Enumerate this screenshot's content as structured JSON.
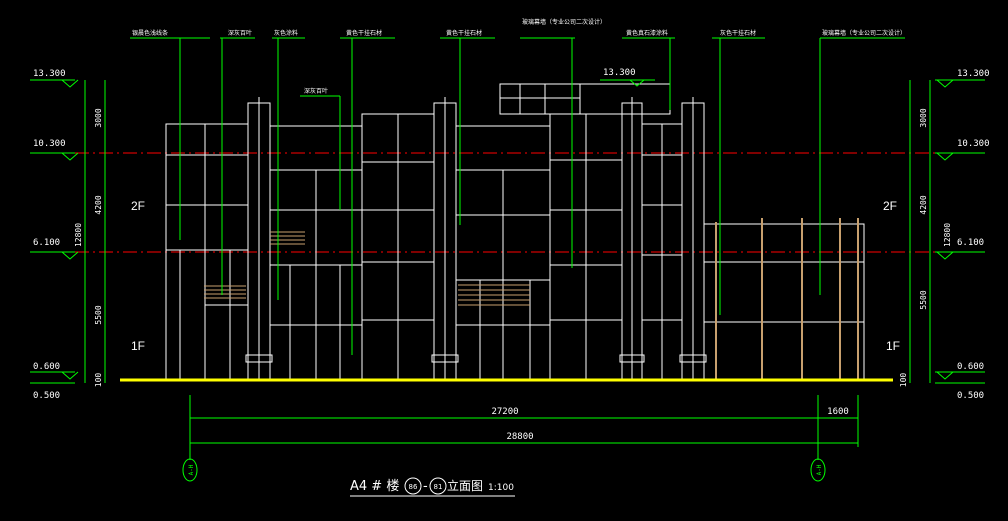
{
  "drawing": {
    "title": "A4 # 楼",
    "axis_from": "86",
    "axis_to": "81",
    "title_suffix": "立面图",
    "scale": "1:100",
    "axis_left": "A-H",
    "axis_right": "A-H"
  },
  "levels": {
    "left": [
      "13.300",
      "10.300",
      "6.100",
      "0.600",
      "0.500"
    ],
    "right": [
      "13.300",
      "10.300",
      "6.100",
      "0.600",
      "0.500"
    ],
    "roof_mid": "13.300"
  },
  "dimensions": {
    "vertical": [
      "3000",
      "4200",
      "5500",
      "100"
    ],
    "vertical_total": "12800",
    "horizontal": [
      "27200",
      "1600"
    ],
    "horizontal_total": "28800"
  },
  "floors": [
    "2F",
    "1F"
  ],
  "callouts": [
    "银晨色浅线条",
    "深灰百叶",
    "灰色涂料",
    "黄色干挂石材",
    "黄色干挂石材",
    "玻璃幕墙（专业公司二次设计）",
    "黄色真石漆涂料",
    "灰色干挂石材",
    "玻璃幕墙（专业公司二次设计）",
    "深灰百叶"
  ],
  "colors": {
    "line": "#ffffff",
    "leader": "#00ff00",
    "level_line": "#ff0000",
    "ground": "#ffff00",
    "mullion": "#c8a06e",
    "text": "#ffffff"
  }
}
